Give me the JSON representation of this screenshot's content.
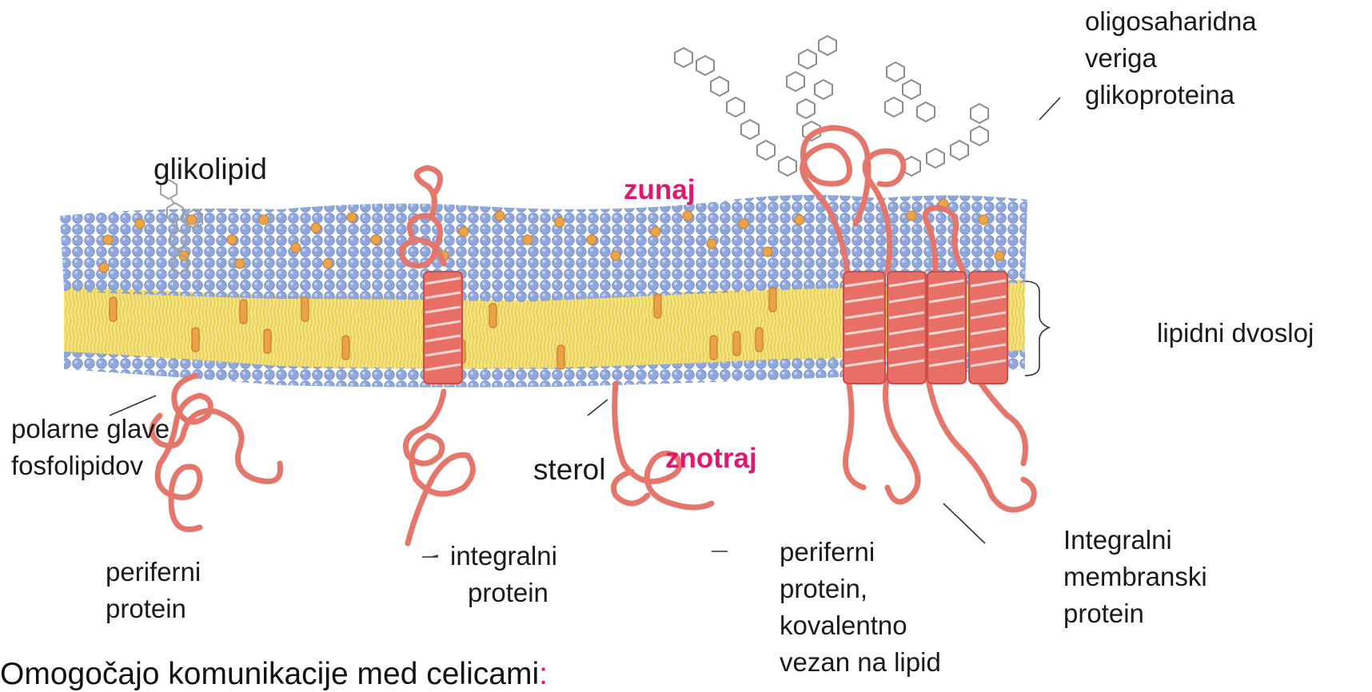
{
  "labels": {
    "outside": "zunaj",
    "inside": "znotraj",
    "glycolipid": "glikolipid",
    "oligosaccharide": [
      "oligosaharidna",
      "veriga",
      "glikoproteina"
    ],
    "bilayer": "lipidni dvosloj",
    "polar_heads": [
      "polarne glave",
      "fosfolipidov"
    ],
    "sterol": "sterol",
    "peripheral_protein": [
      "periferni",
      "protein"
    ],
    "integral_protein": [
      "integralni",
      "protein"
    ],
    "peripheral_lipid_protein": [
      "periferni",
      "protein,",
      "kovalentno",
      "vezan na lipid"
    ],
    "integral_membrane_protein": [
      "Integralni",
      "membranski",
      "protein"
    ]
  },
  "caption": {
    "text": "Omogočajo komunikacije med celicami",
    "colon": ":"
  },
  "colors": {
    "accent": "#e0186c",
    "protein": "#e8786e",
    "heads": "#8ea8dc",
    "tails": "#f0dc6a",
    "sterol": "#e8a040"
  }
}
